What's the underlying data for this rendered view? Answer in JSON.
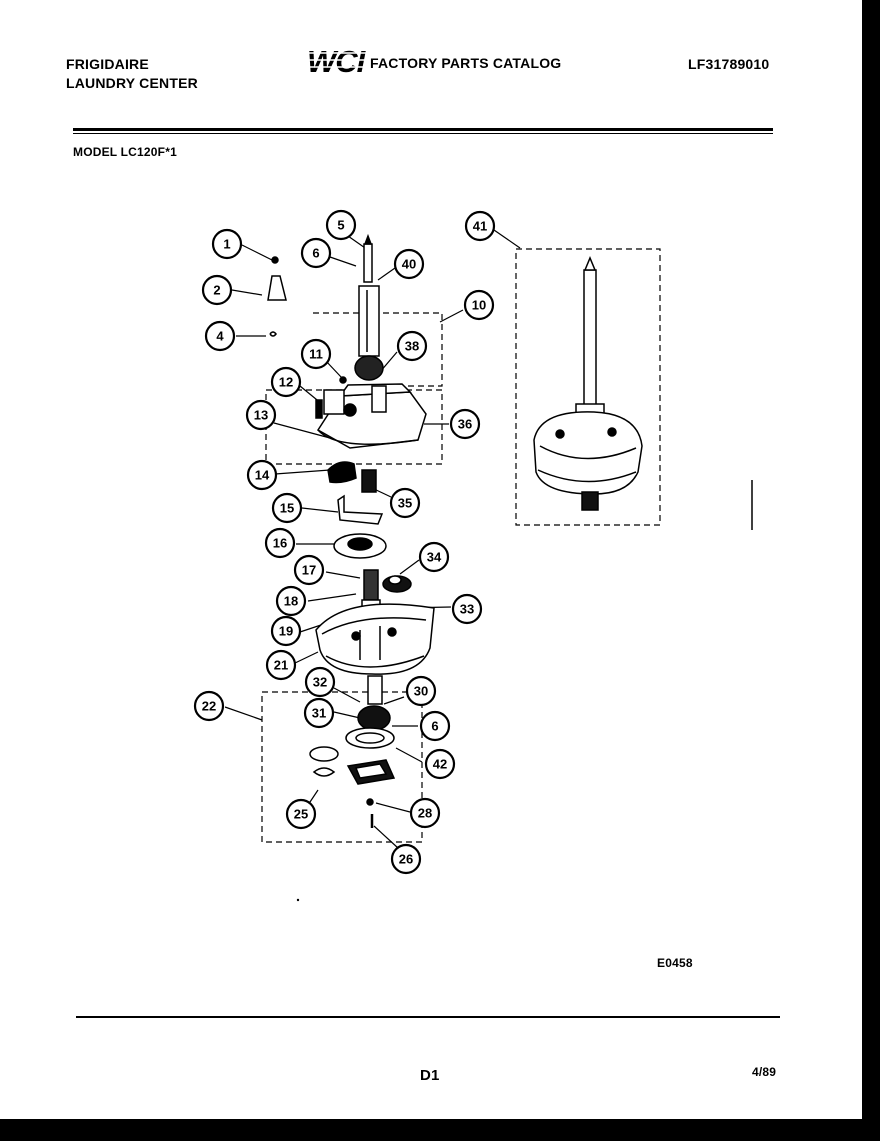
{
  "header": {
    "brand_line1": "FRIGIDAIRE",
    "brand_line2": "LAUNDRY CENTER",
    "logo_text": "WCI",
    "catalog_title": "FACTORY PARTS CATALOG",
    "catalog_id": "LF31789010",
    "model": "MODEL LC120F*1"
  },
  "callouts": [
    "1",
    "2",
    "4",
    "5",
    "6",
    "40",
    "10",
    "11",
    "38",
    "12",
    "13",
    "36",
    "14",
    "35",
    "15",
    "16",
    "34",
    "17",
    "18",
    "33",
    "19",
    "21",
    "22",
    "32",
    "30",
    "31",
    "6",
    "42",
    "25",
    "28",
    "26",
    "41"
  ],
  "footer": {
    "diagram_code": "E0458",
    "page": "D1",
    "date": "4/89"
  }
}
